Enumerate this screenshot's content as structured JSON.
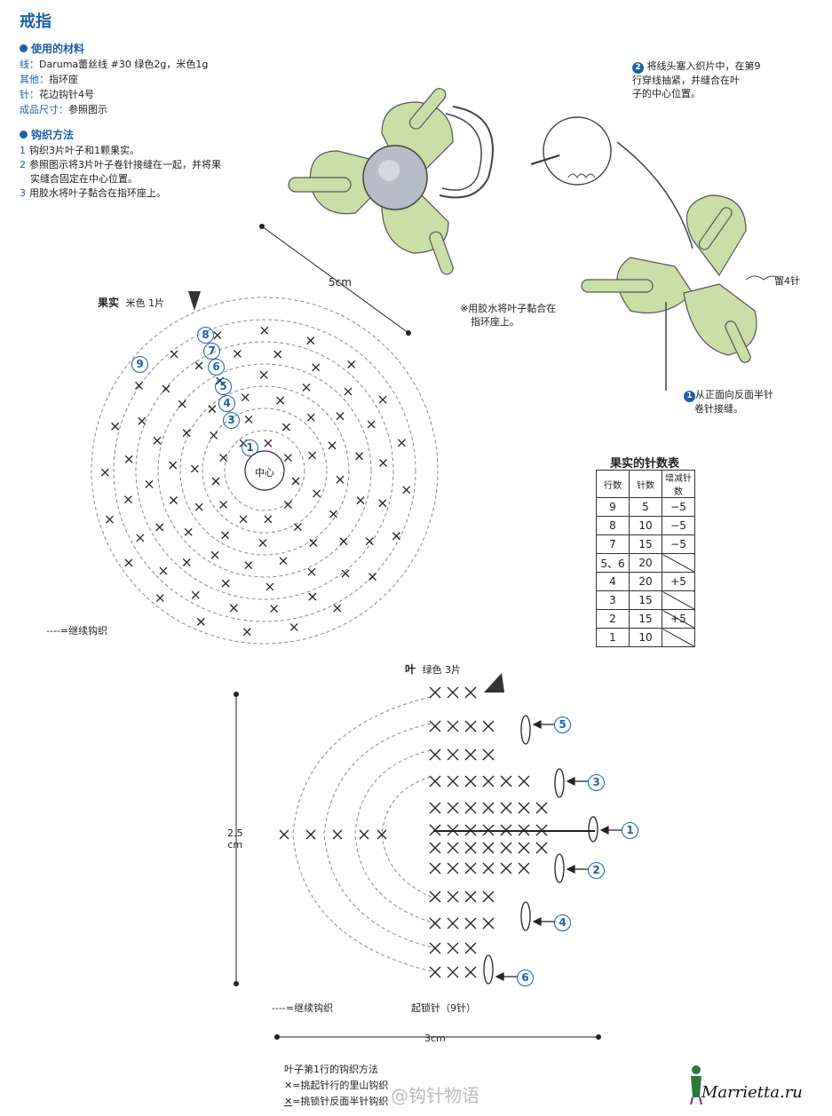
{
  "title": "戒指",
  "materials": {
    "heading": "使用的材料",
    "lines": [
      {
        "key": "线：",
        "value": "Daruma蕾丝线 #30 绿色2g，米色1g"
      },
      {
        "key": "其他：",
        "value": "指环座"
      },
      {
        "key": "针：",
        "value": "花边钩针4号"
      },
      {
        "key": "成品尺寸：",
        "value": "参照图示"
      }
    ]
  },
  "method": {
    "heading": "钩织方法",
    "steps": [
      {
        "n": "1",
        "text": "钩织3片叶子和1颗果实。"
      },
      {
        "n": "2",
        "text": "参照图示将3片叶子卷针接缝在一起，并将果"
      },
      {
        "n": "",
        "text": "实缝合固定在中心位置。"
      },
      {
        "n": "3",
        "text": "用胶水将叶子黏合在指环座上。"
      }
    ]
  },
  "illustration": {
    "size_label": "5cm",
    "glue_note_1": "※用胶水将叶子黏合在",
    "glue_note_2": "指环座上。",
    "note2_num": "2",
    "note2_lines": [
      "将线头塞入织片中，在第9",
      "行穿线抽紧，并缝合在叶",
      "子的中心位置。"
    ],
    "leave_label": "留4针",
    "note1_num": "1",
    "note1_lines": [
      "从正面向反面半针",
      "卷针接缝。"
    ]
  },
  "fruit": {
    "label": "果实",
    "sub": "米色 1片",
    "center": "中心",
    "rows": [
      "1",
      "2",
      "3",
      "4",
      "5",
      "6",
      "7",
      "8",
      "9"
    ],
    "legend": "----=继续钩织"
  },
  "table": {
    "title": "果实的针数表",
    "headers": [
      "行数",
      "针数",
      "增减针数"
    ],
    "rows": [
      {
        "row": "9",
        "count": "5",
        "change": "−5"
      },
      {
        "row": "8",
        "count": "10",
        "change": "−5"
      },
      {
        "row": "7",
        "count": "15",
        "change": "−5"
      },
      {
        "row": "5、6",
        "count": "20",
        "change": ""
      },
      {
        "row": "4",
        "count": "20",
        "change": "+5"
      },
      {
        "row": "3",
        "count": "15",
        "change": ""
      },
      {
        "row": "2",
        "count": "15",
        "change": "+5"
      },
      {
        "row": "1",
        "count": "10",
        "change": ""
      }
    ]
  },
  "leaf": {
    "label": "叶",
    "sub": "绿色 3片",
    "height_label_1": "2.5",
    "height_label_2": "cm",
    "width_label": "3cm",
    "chain_label": "起锁针（9针）",
    "legend": "----=继续钩织",
    "rows": [
      "5",
      "3",
      "1",
      "2",
      "4",
      "6"
    ]
  },
  "footer": {
    "heading": "叶子第1行的钩织方法",
    "line1": "=挑起针行的里山钩织",
    "line2": "=挑锁针反面半针钩织",
    "watermark": "@钩针物语",
    "logo": "Marrietta.ru"
  },
  "colors": {
    "accent": "#1f5fa8",
    "leaf": "#c9dfa6",
    "bead": "#b8bcc8"
  }
}
